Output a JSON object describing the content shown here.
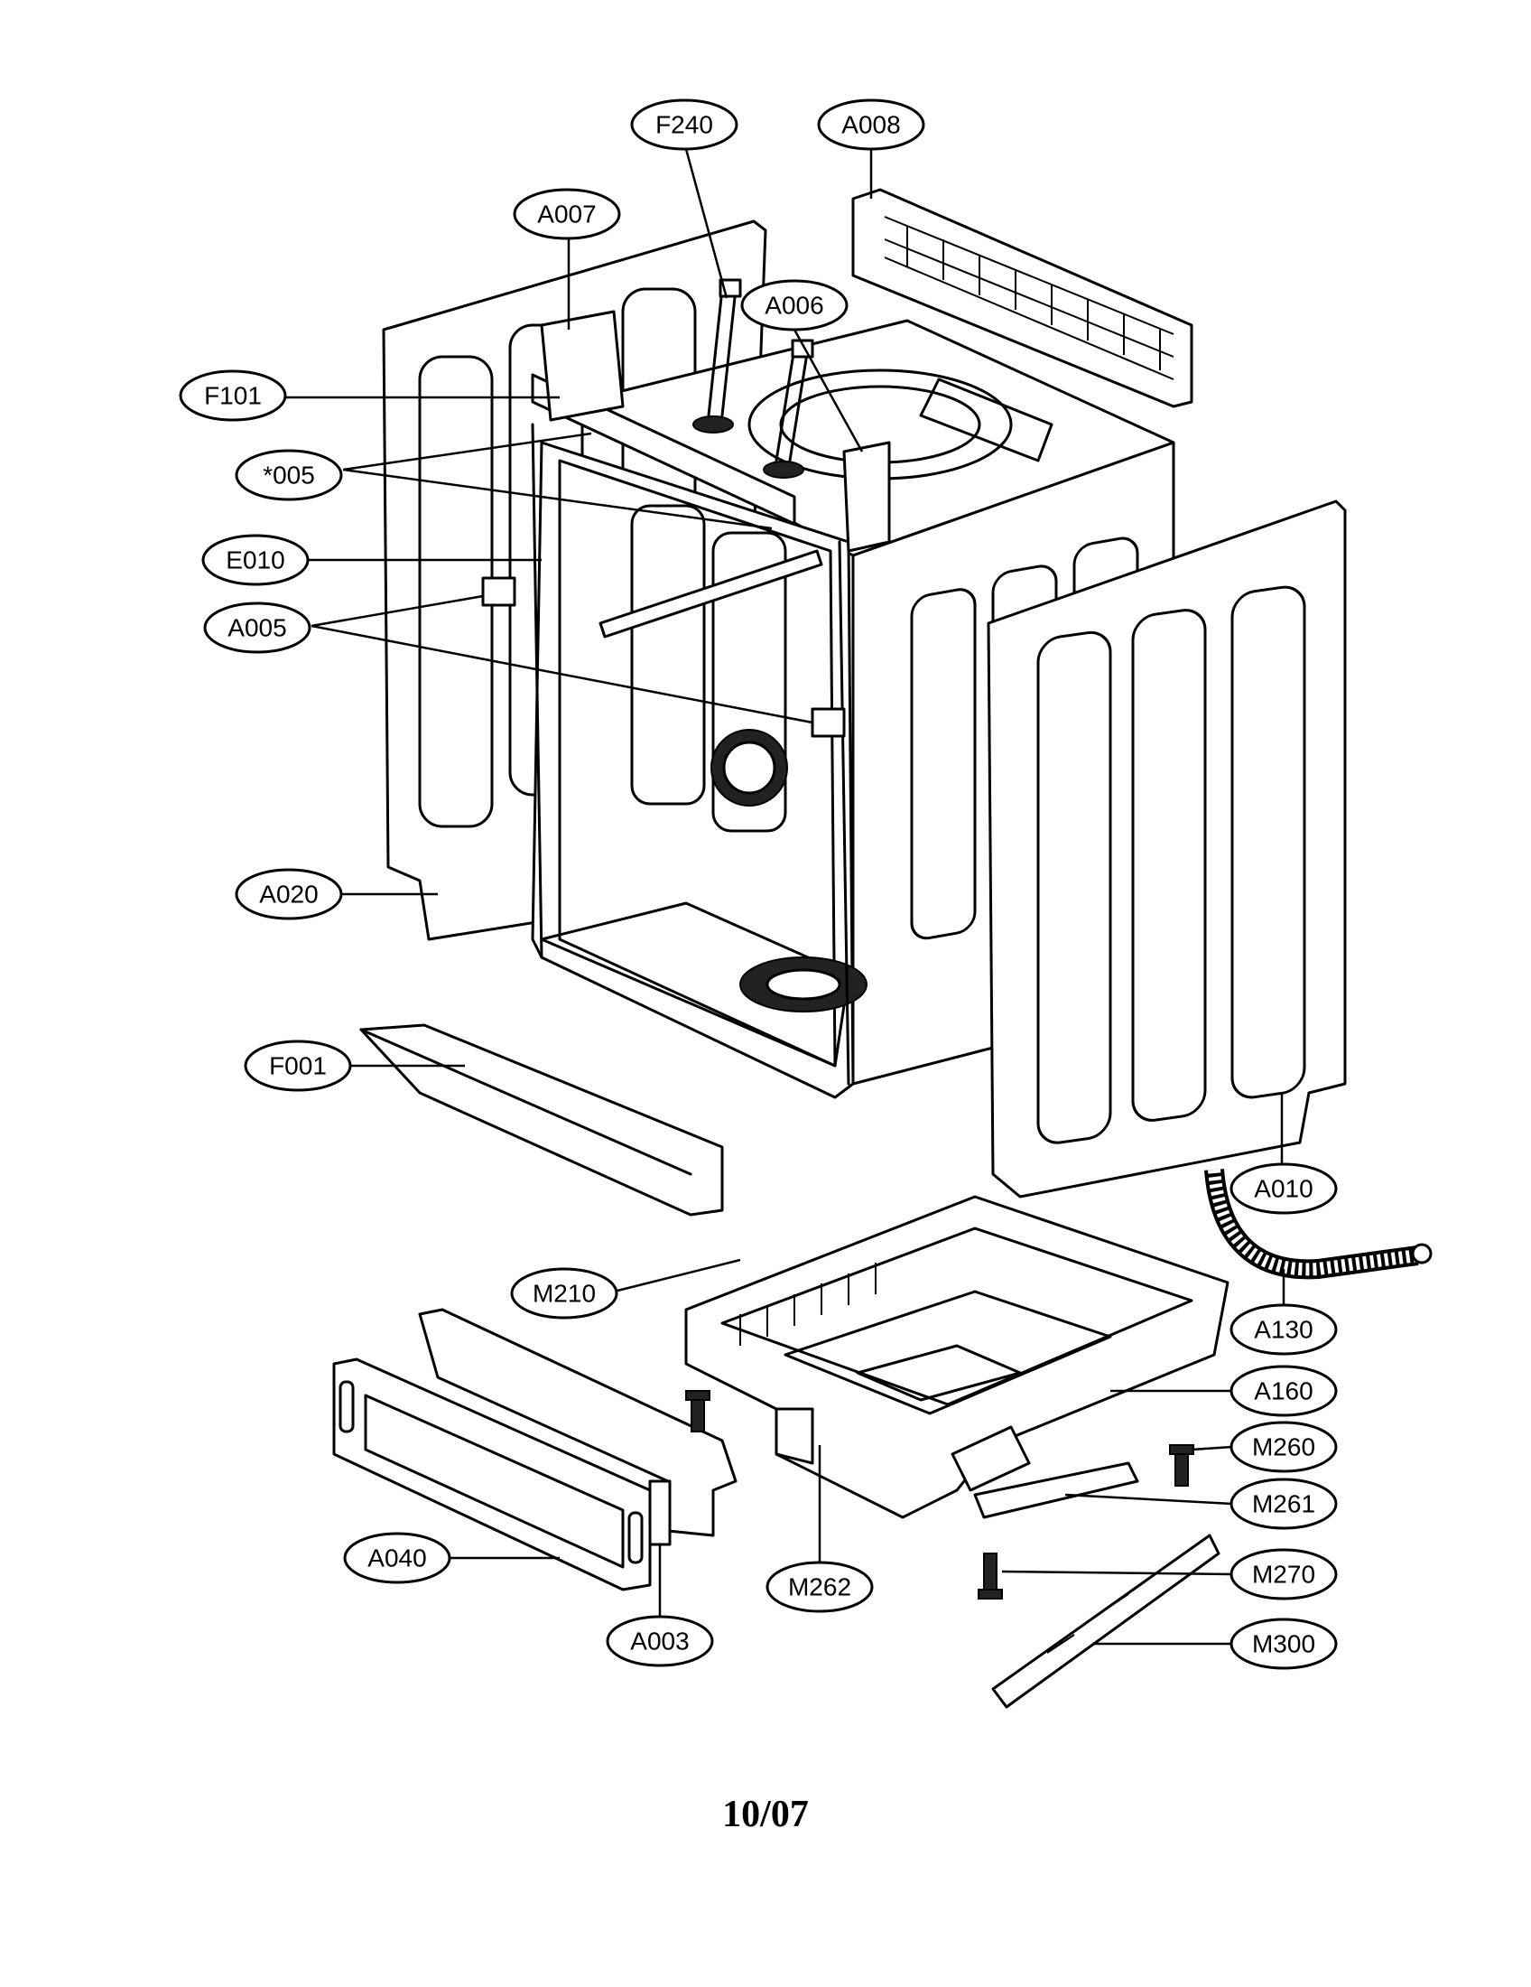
{
  "callouts": [
    {
      "id": "F240"
    },
    {
      "id": "A008"
    },
    {
      "id": "A007"
    },
    {
      "id": "A006"
    },
    {
      "id": "F101"
    },
    {
      "id": "*005"
    },
    {
      "id": "E010"
    },
    {
      "id": "A005"
    },
    {
      "id": "A020"
    },
    {
      "id": "F001"
    },
    {
      "id": "A010"
    },
    {
      "id": "A130"
    },
    {
      "id": "M210"
    },
    {
      "id": "A160"
    },
    {
      "id": "M260"
    },
    {
      "id": "M261"
    },
    {
      "id": "M270"
    },
    {
      "id": "M300"
    },
    {
      "id": "A040"
    },
    {
      "id": "M262"
    },
    {
      "id": "A003"
    }
  ],
  "footer": {
    "date_code": "10/07"
  }
}
